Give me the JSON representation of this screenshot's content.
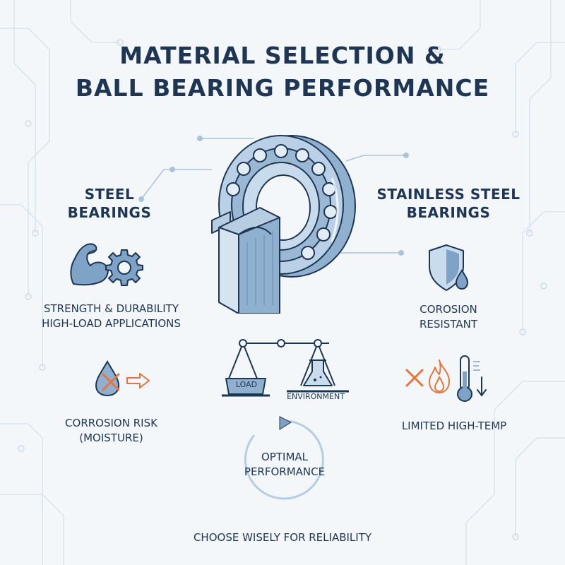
{
  "title": {
    "line1": "MATERIAL SELECTION &",
    "line2": "BALL BEARING PERFORMANCE"
  },
  "left": {
    "heading_line1": "STEEL",
    "heading_line2": "BEARINGS",
    "strength_line1": "STRENGTH & DURABILITY",
    "strength_line2": "HIGH-LOAD APPLICATIONS",
    "risk_line1": "CORROSION RISK",
    "risk_line2": "(MOISTURE)"
  },
  "right": {
    "heading_line1": "STAINLESS STEEL",
    "heading_line2": "BEARINGS",
    "resist_line1": "COROSION",
    "resist_line2": "RESISTANT",
    "temp": "LIMITED HIGH-TEMP"
  },
  "center": {
    "scale_left": "LOAD",
    "scale_right": "ENVIRONMENT",
    "optimal_line1": "OPTIMAL",
    "optimal_line2": "PERFORMANCE"
  },
  "footer": "CHOOSE WISELY FOR RELIABILITY",
  "colors": {
    "navy": "#1e3654",
    "steel_blue": "#6f93b6",
    "light_blue": "#c9dced",
    "orange_accent": "#e8743b",
    "circuit_lines": "#d7e1ea"
  },
  "icons": [
    "bearing-illustration",
    "flexed-arm-icon",
    "gear-icon",
    "water-drop-icon",
    "cross-icon",
    "arrow-right-icon",
    "shield-icon",
    "flame-icon",
    "thermometer-icon",
    "balance-scale-icon",
    "flask-icon",
    "cycle-arrow-icon"
  ]
}
